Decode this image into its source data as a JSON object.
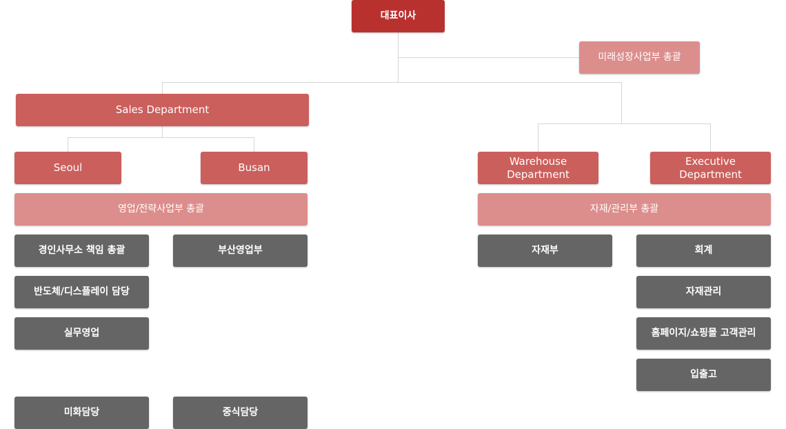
{
  "ceo": "대표이사",
  "future_growth_division": "미래성장사업부 총괄",
  "sales_department": "Sales Department",
  "seoul": "Seoul",
  "busan": "Busan",
  "sales_strategy_division": "영업/전략사업부 총괄",
  "warehouse_department": "Warehouse\nDepartment",
  "executive_department": "Executive\nDepartment",
  "materials_management_division": "자재/관리부 총괄",
  "seoul_units": [
    "경인사무소 책임 총괄",
    "반도체/디스플레이 담당",
    "실무영업",
    "미화담당"
  ],
  "busan_units": [
    "부산영업부",
    "중식담당"
  ],
  "warehouse_units": [
    "자재부"
  ],
  "executive_units": [
    "회계",
    "자재관리",
    "홈페이지/쇼핑몰 고객관리",
    "입출고"
  ],
  "colors": {
    "ceo": "#b8312f",
    "department": "#cb5f5b",
    "division": "#dc8e8c",
    "unit": "#656565",
    "connector": "#d6d6d6"
  }
}
